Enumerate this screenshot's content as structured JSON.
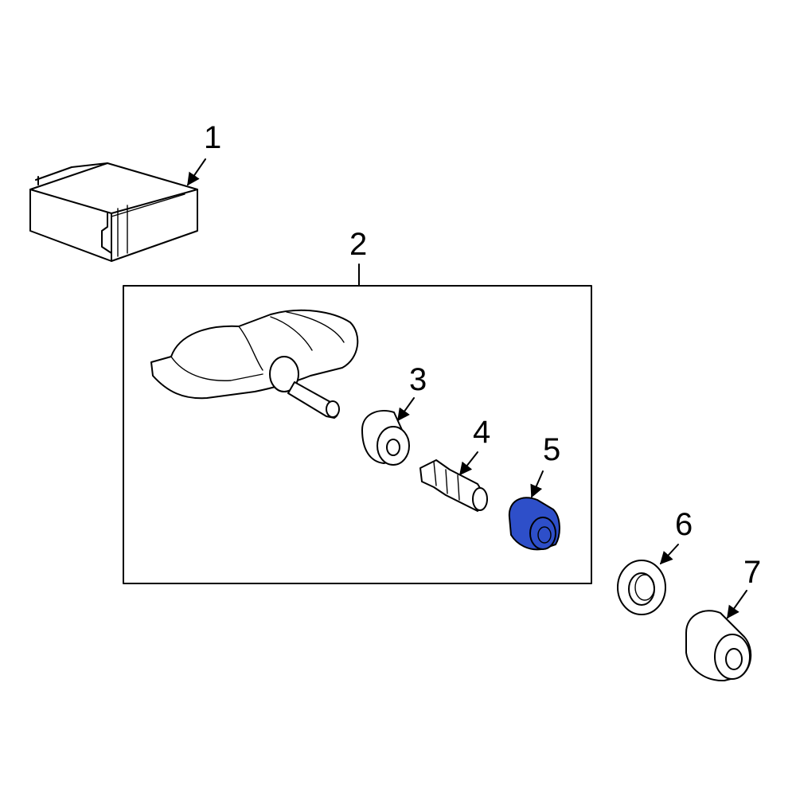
{
  "diagram": {
    "callouts": [
      {
        "id": "1",
        "label": "1"
      },
      {
        "id": "2",
        "label": "2"
      },
      {
        "id": "3",
        "label": "3"
      },
      {
        "id": "4",
        "label": "4"
      },
      {
        "id": "5",
        "label": "5"
      },
      {
        "id": "6",
        "label": "6"
      },
      {
        "id": "7",
        "label": "7"
      }
    ],
    "highlight_color": "#2e4fc9",
    "highlighted_part": "5"
  }
}
